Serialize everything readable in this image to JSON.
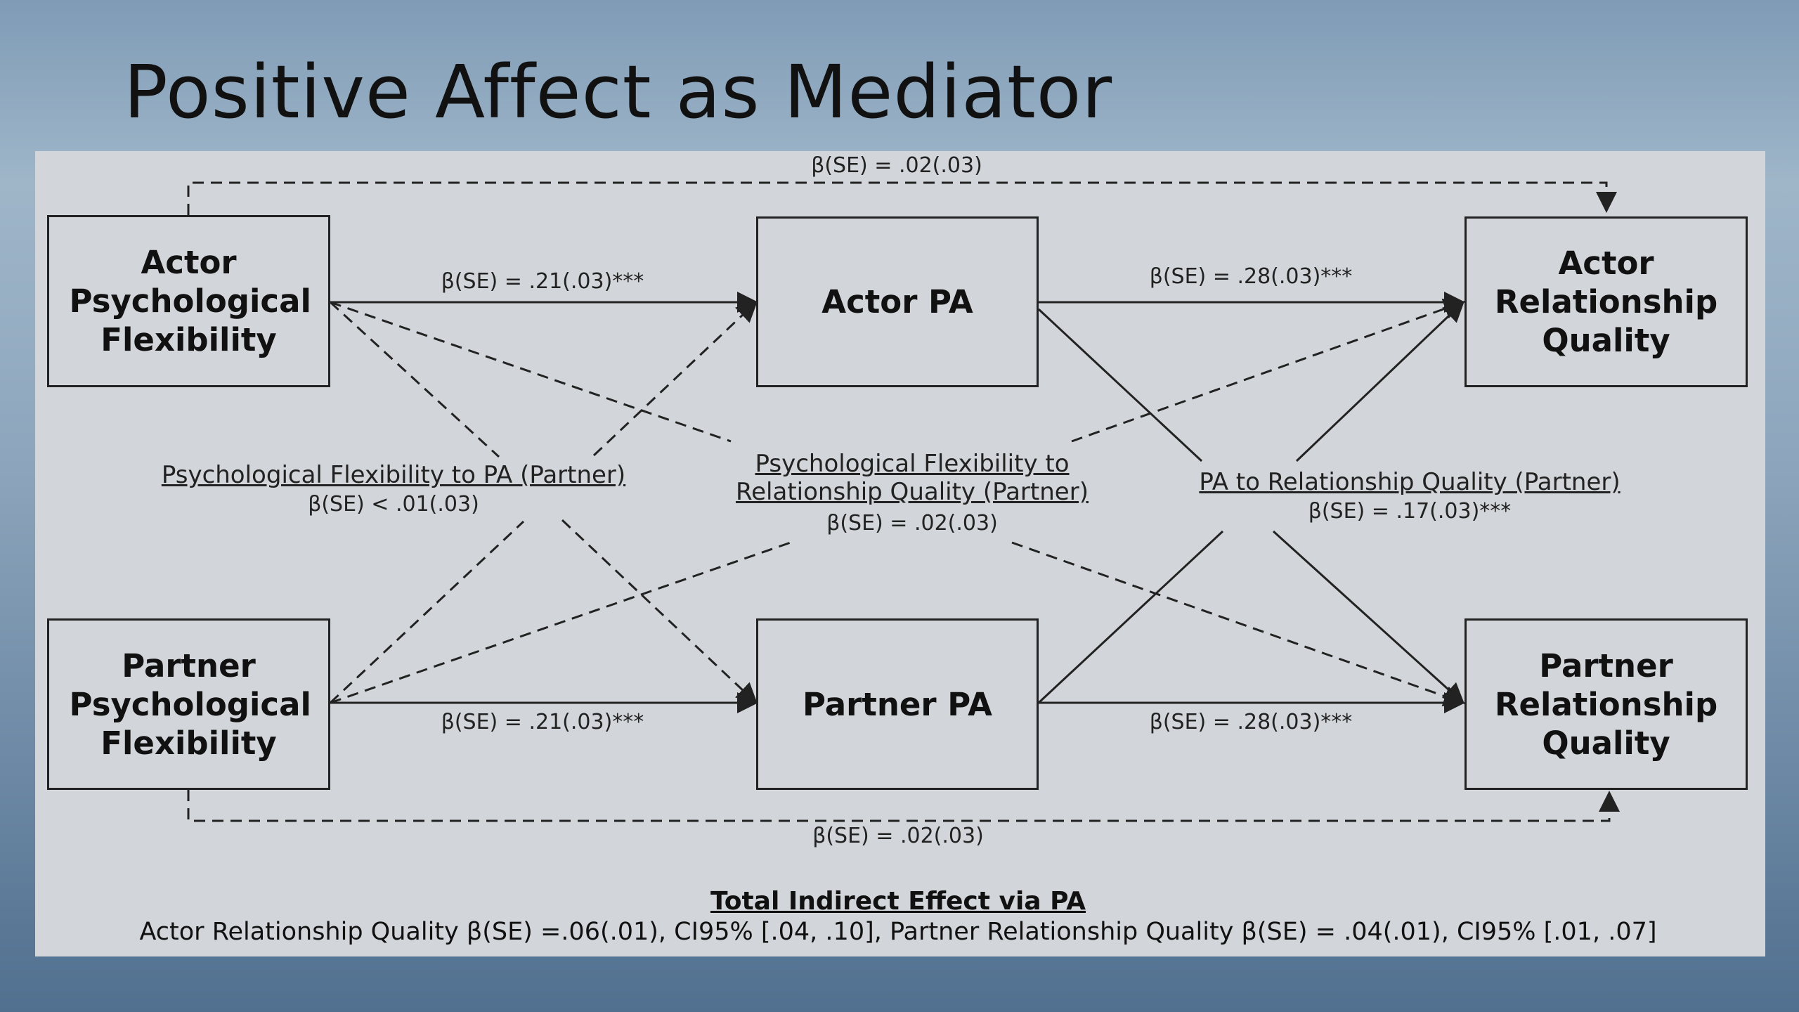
{
  "slide": {
    "title": "Positive Affect as Mediator"
  },
  "nodes": {
    "actor_pf": "Actor Psychological Flexibility",
    "partner_pf": "Partner Psychological Flexibility",
    "actor_pa": "Actor PA",
    "partner_pa": "Partner PA",
    "actor_rq": "Actor Relationship Quality",
    "partner_rq": "Partner Relationship Quality"
  },
  "paths": {
    "actor_direct": "β(SE) = .02(.03)",
    "partner_direct": "β(SE) = .02(.03)",
    "actor_pf_to_pa": "β(SE) = .21(.03)***",
    "partner_pf_to_pa": "β(SE) = .21(.03)***",
    "actor_pa_to_rq": "β(SE) = .28(.03)***",
    "partner_pa_to_rq": "β(SE) = .28(.03)***",
    "pf_pa_partner_title": "Psychological Flexibility to PA (Partner)",
    "pf_pa_partner_value": "β(SE) < .01(.03)",
    "pf_rq_partner_title": "Psychological Flexibility to\nRelationship Quality (Partner)",
    "pf_rq_partner_value": "β(SE) = .02(.03)",
    "pa_rq_partner_title": "PA to Relationship Quality (Partner)",
    "pa_rq_partner_value": "β(SE) = .17(.03)***"
  },
  "total": {
    "title": "Total Indirect Effect via PA",
    "actor_label": "Actor Relationship Quality β(SE) =.06(.01), CI95% [.04, .10],",
    "partner_label": "Partner Relationship Quality β(SE) = .04(.01), CI95% [.01, .07]"
  },
  "colors": {
    "line": "#222222",
    "panel": "#d2d5d9"
  }
}
